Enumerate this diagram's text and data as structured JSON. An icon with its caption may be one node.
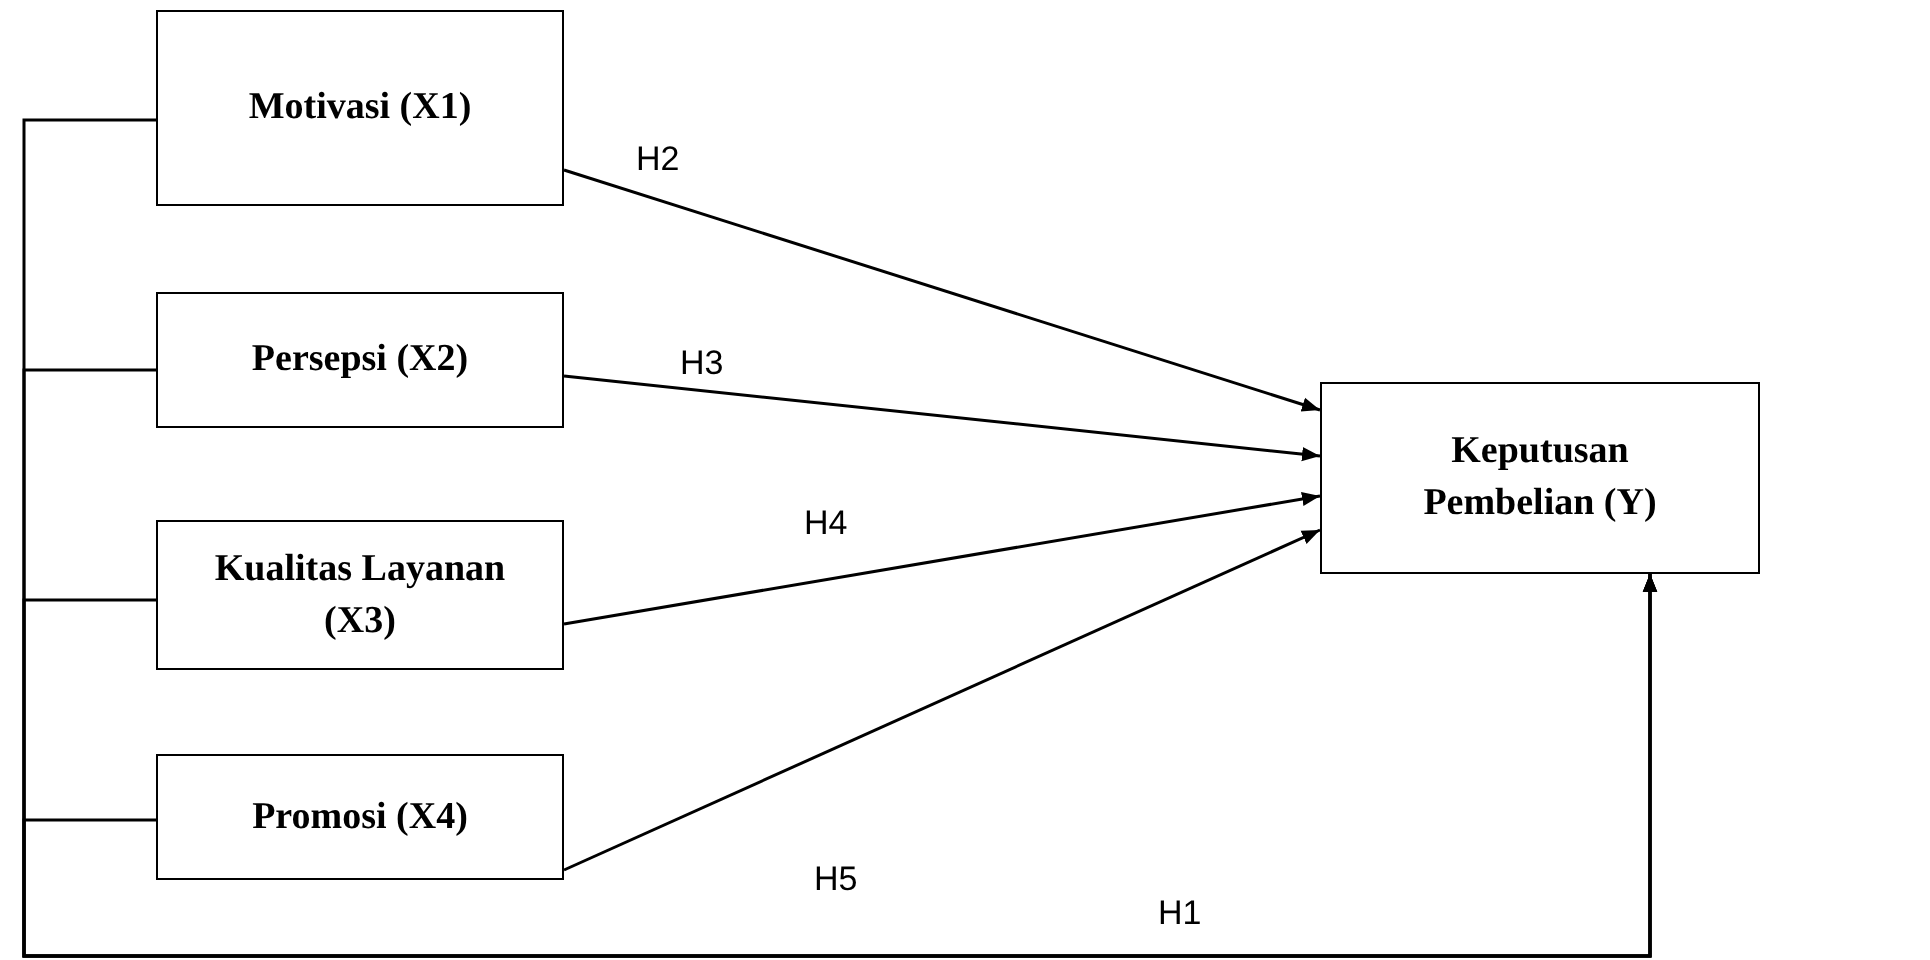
{
  "diagram": {
    "nodes": [
      {
        "text": [
          "Motivasi (X1)"
        ]
      },
      {
        "text": [
          "Persepsi (X2)"
        ]
      },
      {
        "text": [
          "Kualitas Layanan (X3)"
        ]
      },
      {
        "text": [
          "Promosi (X4)"
        ]
      },
      {
        "text": [
          "Keputusan Pembelian (Y)"
        ]
      }
    ],
    "edges": [
      {
        "from": 0,
        "to": 4,
        "arrow": "to",
        "label": "H2"
      },
      {
        "from": 1,
        "to": 4,
        "arrow": "to",
        "label": "H3"
      },
      {
        "from": 2,
        "to": 4,
        "arrow": "to",
        "label": "H4"
      },
      {
        "from": 3,
        "to": 4,
        "arrow": "to",
        "label": "H5"
      },
      {
        "from": 0,
        "to": 4,
        "arrow": "to"
      },
      {
        "from": 1,
        "to": 4,
        "arrow": "to"
      },
      {
        "from": 2,
        "to": 4,
        "arrow": "to"
      },
      {
        "from": 3,
        "to": 4,
        "arrow": "to"
      }
    ],
    "labels": [
      "H1"
    ]
  }
}
